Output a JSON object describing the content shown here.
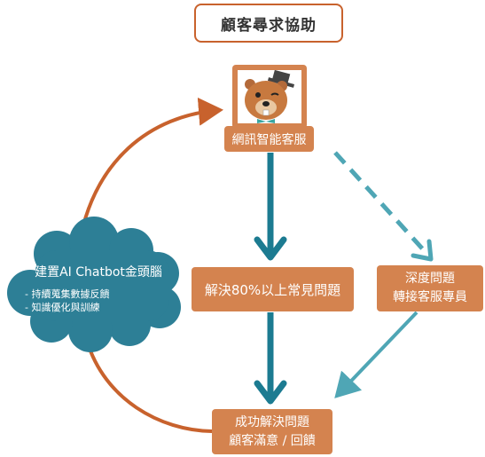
{
  "title": "顧客尋求協助",
  "chatbot": {
    "label": "網訊智能客服"
  },
  "solve": {
    "label": "解決80%以上常見問題"
  },
  "transfer": {
    "line1": "深度問題",
    "line2": "轉接客服專員"
  },
  "success": {
    "line1": "成功解決問題",
    "line2": "顧客滿意 / 回饋"
  },
  "cloud": {
    "title": "建置AI Chatbot金頭腦",
    "items": [
      "- 持續蒐集數據反饋",
      "- 知識優化與訓練"
    ]
  },
  "colors": {
    "orange_arrow": "#c8622d",
    "box_fill": "#d4834f",
    "teal_main": "#1c7b91",
    "teal_dashed": "#4fa6b5",
    "cloud_fill": "#2d7f96"
  }
}
